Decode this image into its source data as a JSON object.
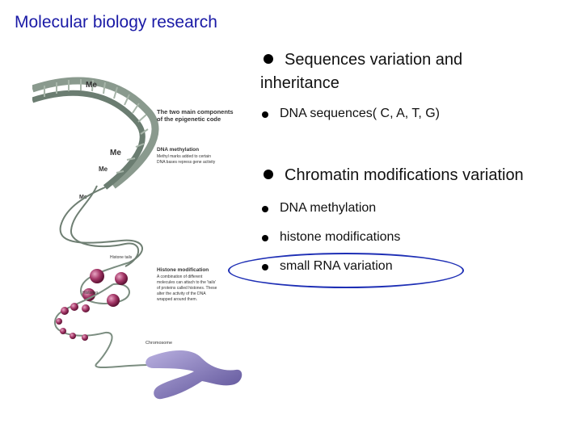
{
  "slide": {
    "title": "Molecular biology research"
  },
  "figure": {
    "me_1": "Me",
    "me_2": "Me",
    "me_3": "Me",
    "me_4": "Me",
    "heading": "The two main components",
    "heading_2": "of the epigenetic code",
    "dna_methylation_title": "DNA methylation",
    "dna_methylation_text_1": "Methyl marks added to certain",
    "dna_methylation_text_2": "DNA bases repress gene activity",
    "histone_tail_label": "Histone tails",
    "histone_mod_title": "Histone modification",
    "histone_mod_text_1": "A combination of different",
    "histone_mod_text_2": "molecules can attach to the 'tails'",
    "histone_mod_text_3": "of proteins called histones. These",
    "histone_mod_text_4": "alter the activity of the DNA",
    "histone_mod_text_5": "wrapped around them.",
    "histones_label": "Histones",
    "chromosome_label": "Chromosome"
  },
  "bullets": {
    "seq_line1": "Sequences variation and",
    "seq_line2": "inheritance",
    "dna_seq": "DNA sequences( C, A, T, G)",
    "chromatin": "Chromatin modifications variation",
    "dna_methylation": "DNA methylation",
    "histone": "histone modifications",
    "small_rna": "small RNA variation"
  },
  "colors": {
    "title": "#1a1aa6",
    "highlight_oval": "#1e2fb5",
    "nucleosome": "#8c1f4a",
    "chromosome": "#7a6fb0"
  }
}
